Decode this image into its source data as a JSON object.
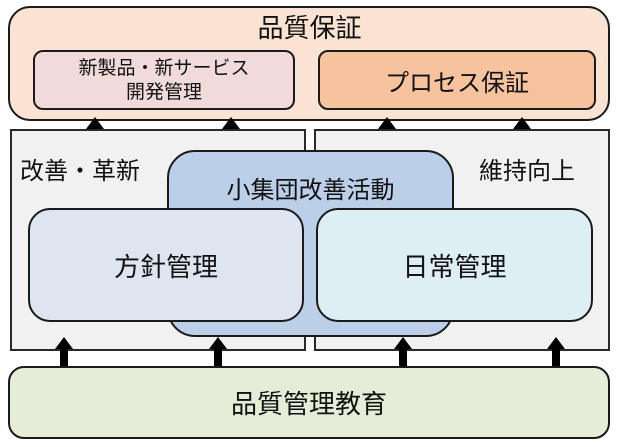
{
  "quality_assurance": {
    "title": "品質保証",
    "new_development_line1": "新製品・新サービス",
    "new_development_line2": "開発管理",
    "process_assurance": "プロセス保証"
  },
  "middle": {
    "left_label": "改善・革新",
    "right_label": "維持向上",
    "small_group": "小集団改善活動",
    "policy_management": "方針管理",
    "daily_management": "日常管理"
  },
  "bottom": {
    "education": "品質管理教育"
  },
  "colors": {
    "quality_assurance_bg": "#fbe3d3",
    "new_development_bg": "#f0dada",
    "process_bg": "#f6c39e",
    "panel_bg": "#f1f1f1",
    "small_group_bg": "#bccfe9",
    "policy_bg": "#dde5f0",
    "daily_bg": "#ddeef5",
    "education_bg": "#e5ecd7"
  }
}
